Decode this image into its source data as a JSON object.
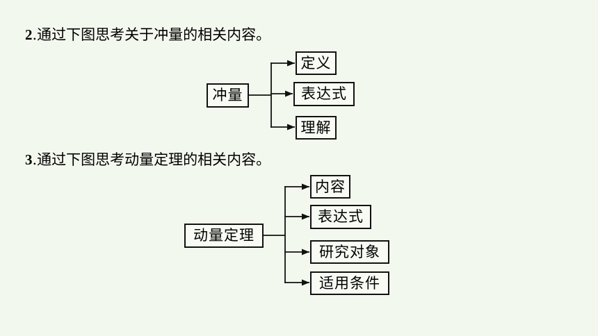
{
  "sections": [
    {
      "number": "2",
      "text": ".通过下图思考关于冲量的相关内容。",
      "diagram": {
        "root": "冲量",
        "children": [
          "定义",
          "表达式",
          "理解"
        ]
      }
    },
    {
      "number": "3",
      "text": ".通过下图思考动量定理的相关内容。",
      "diagram": {
        "root": "动量定理",
        "children": [
          "内容",
          "表达式",
          "研究对象",
          "适用条件"
        ]
      }
    }
  ],
  "colors": {
    "background": "#f3f8ee",
    "stroke": "#111111"
  }
}
